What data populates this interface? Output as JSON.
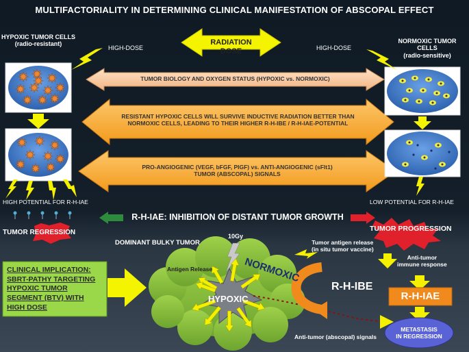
{
  "title": "MULTIFACTORIALITY IN DETERMINING CLINICAL MANIFESTATION OF ABSCOPAL EFFECT",
  "left_cells": {
    "title": "HYPOXIC TUMOR CELLS",
    "subtitle": "(radio-resistant)"
  },
  "right_cells": {
    "title": "NORMOXIC TUMOR CELLS",
    "subtitle": "(radio-sensitive)"
  },
  "high_dose_left": "HIGH-DOSE",
  "high_dose_right": "HIGH-DOSE",
  "radiation_dose": "RADIATION DOSE",
  "arrow_biology": "TUMOR BIOLOGY AND OXYGEN STATUS (HYPOXIC vs. NORMOXIC)",
  "arrow_resistant_line1": "RESISTANT HYPOXIC CELLS WILL SURVIVE INDUCTIVE RADIATION BETTER THAN",
  "arrow_resistant_line2": "NORMOXIC CELLS, LEADING TO THEIR HIGHER R-H-IBE / R-H-IAE-POTENTIAL",
  "arrow_angio_line1": "PRO-ANGIOGENIC (VEGF, bFGF, PIGF) vs. ANTI-ANGIOGENIC (sFlt1)",
  "arrow_angio_line2": "TUMOR (ABSCOPAL) SIGNALS",
  "high_potential": "HIGH POTENTIAL FOR R-H-IAE",
  "low_potential": "LOW POTENTIAL FOR R-H-IAE",
  "inhibition": "R-H-IAE: INHIBITION OF DISTANT TUMOR GROWTH",
  "tumor_regression": "TUMOR REGRESSION",
  "tumor_progression": "TUMOR PROGRESSION",
  "dominant_bulky": "DOMINANT BULKY TUMOR",
  "dose_10gy": "10Gy",
  "antigen_release": "Antigen Release",
  "normoxic": "NORMOXIC",
  "hypoxic": "HYPOXIC",
  "tumor_antigen_line1": "Tumor antigen release",
  "tumor_antigen_line2": "(in situ tumor vaccine)",
  "anti_tumor_immune_line1": "Anti-tumor",
  "anti_tumor_immune_line2": "immune response",
  "rhibe": "R-H-IBE",
  "rhiae": "R-H-IAE",
  "metastasis_line1": "METASTASIS",
  "metastasis_line2": "IN REGRESSION",
  "anti_tumor_signals": "Anti-tumor (abscopal) signals",
  "clinical": [
    "CLINICAL IMPLICATION:",
    "SBRT-PATHY TARGETING",
    "HYPOXIC TUMOR",
    "SEGMENT (BTV) WITH",
    "HIGH DOSE"
  ],
  "colors": {
    "lightning": "#f5f000",
    "double_arrow_peach": "#f7c79a",
    "double_arrow_orange": "#f5a623",
    "cloud_green": "#8fc43f",
    "rhiae_box": "#f08a1c",
    "metastasis": "#5a63d6",
    "clinical_box": "#9ad84a",
    "regression_splash": "#e0202a",
    "cell_blue": "#3d78c9"
  }
}
